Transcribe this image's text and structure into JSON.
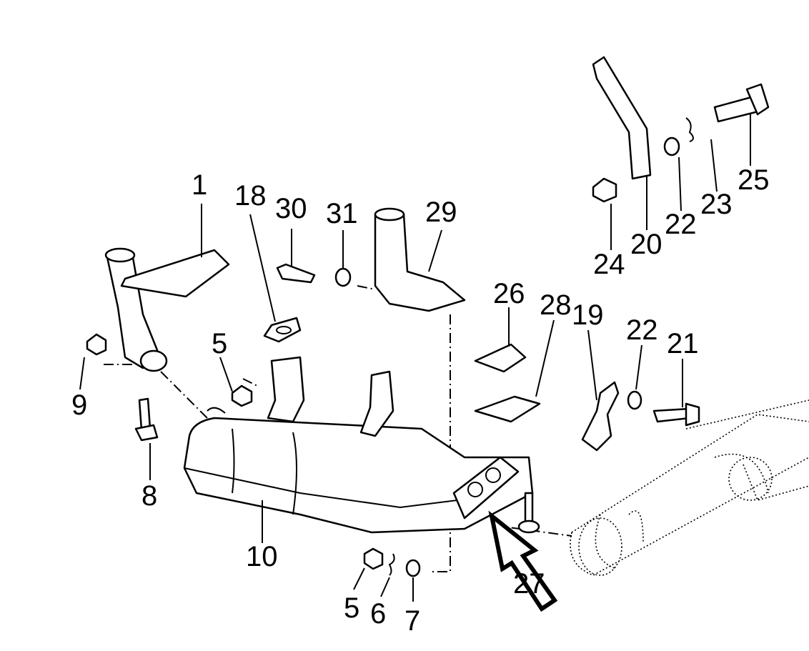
{
  "diagram": {
    "type": "exploded parts diagram",
    "callouts": [
      "1",
      "18",
      "30",
      "31",
      "29",
      "26",
      "28",
      "19",
      "22",
      "21",
      "24",
      "20",
      "22",
      "23",
      "25",
      "5",
      "9",
      "8",
      "10",
      "5",
      "6",
      "7",
      "27"
    ]
  }
}
